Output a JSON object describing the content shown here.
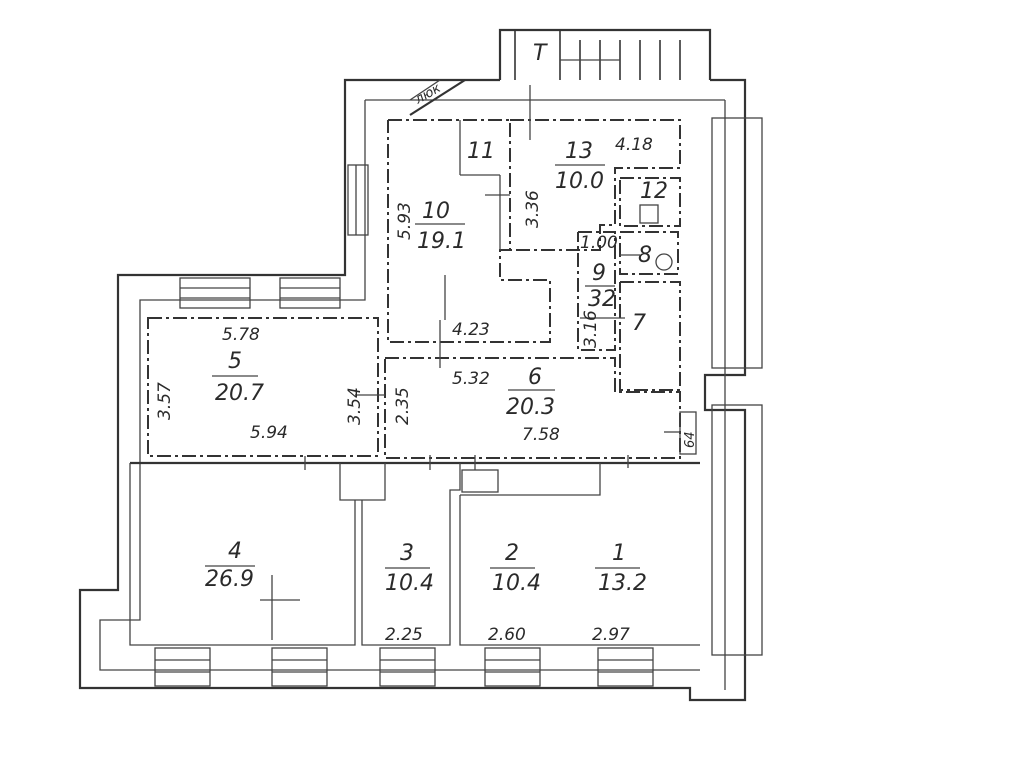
{
  "plan": {
    "hatch_label": "люк",
    "stair_label": "Т",
    "rooms": [
      {
        "id": "1",
        "number": "1",
        "area": "13.2",
        "dim": "2.97"
      },
      {
        "id": "2",
        "number": "2",
        "area": "10.4",
        "dim": "2.60"
      },
      {
        "id": "3",
        "number": "3",
        "area": "10.4",
        "dim": "2.25"
      },
      {
        "id": "4",
        "number": "4",
        "area": "26.9"
      },
      {
        "id": "5",
        "number": "5",
        "area": "20.7",
        "dim_top": "5.78",
        "dim_bottom": "5.94",
        "dim_left": "3.57",
        "dim_right": "3.54"
      },
      {
        "id": "6",
        "number": "6",
        "area": "20.3",
        "dim_top": "5.32",
        "dim_bottom": "7.58",
        "dim_left": "2.35"
      },
      {
        "id": "7",
        "number": "7"
      },
      {
        "id": "8",
        "number": "8",
        "dim": "1.00"
      },
      {
        "id": "9",
        "number": "9",
        "area": "32",
        "dim": "3.16"
      },
      {
        "id": "10",
        "number": "10",
        "area": "19.1",
        "dim_left": "5.93",
        "dim_bottom": "4.23"
      },
      {
        "id": "11",
        "number": "11"
      },
      {
        "id": "12",
        "number": "12"
      },
      {
        "id": "13",
        "number": "13",
        "area": "10.0",
        "dim_right": "4.18",
        "dim_left": "3.36"
      }
    ],
    "side_dim": "64"
  }
}
